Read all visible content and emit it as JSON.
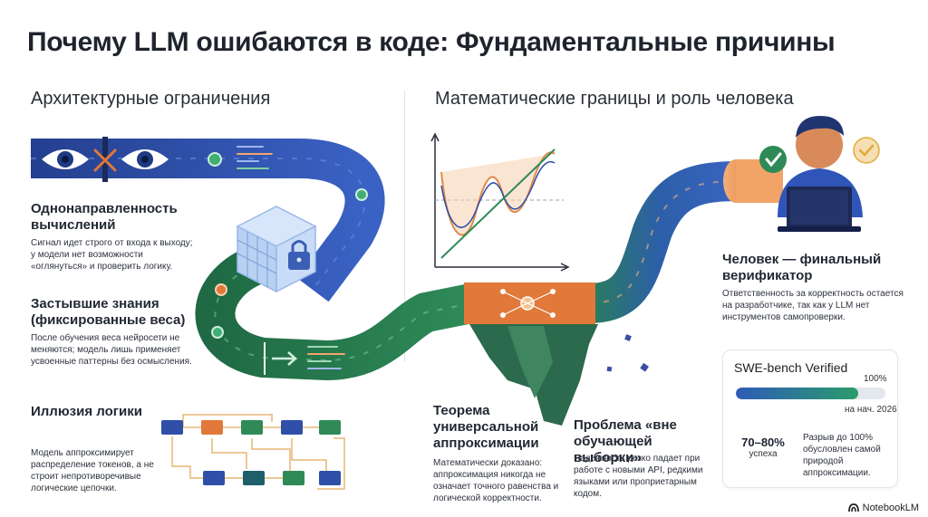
{
  "title": "Почему LLM ошибаются в коде: Фундаментальные причины",
  "left_section": {
    "heading": "Архитектурные ограничения",
    "items": [
      {
        "title": "Однонаправленность вычислений",
        "text": "Сигнал идет строго от входа к выходу; у модели нет возможности «оглянуться» и проверить логику."
      },
      {
        "title": "Застывшие знания (фиксированные веса)",
        "text": "После обучения веса нейросети не меняются; модель лишь применяет усвоенные паттерны без осмысления."
      },
      {
        "title": "Иллюзия логики",
        "text": "Модель аппроксимирует распределение токенов, а не строит непротиворечивые логические цепочки."
      }
    ]
  },
  "right_section": {
    "heading": "Математические границы и роль человека",
    "theorem": {
      "title": "Теорема универсальной аппроксимации",
      "text": "Математически доказано: аппроксимация никогда не означает точного равенства и логической корректности."
    },
    "out_of_sample": {
      "title": "Проблема «вне обучающей выборки»",
      "text": "Надежность резко падает при работе с новыми API, редкими языками или проприетарным кодом."
    },
    "human": {
      "title": "Человек — финальный верификатор",
      "text": "Ответственность за корректность остается на разработчике, так как у LLM нет инструментов самопроверки."
    }
  },
  "bench": {
    "title": "SWE-bench Verified",
    "max_label": "100%",
    "date_label": "на нач. 2026",
    "fill_fraction": 0.82,
    "gauge_value": "70–80%",
    "gauge_sub": "успеха",
    "gauge_fraction": 0.78,
    "note": "Разрыв до 100% обусловлен самой природой аппроксимации."
  },
  "brand": "NotebookLM",
  "colors": {
    "blue": "#2f4fa8",
    "green": "#2f8a58",
    "orange": "#e0793a",
    "teal": "#1f5f6b",
    "check_green": "#2e8b57",
    "check_yellow": "#e2a93a"
  }
}
